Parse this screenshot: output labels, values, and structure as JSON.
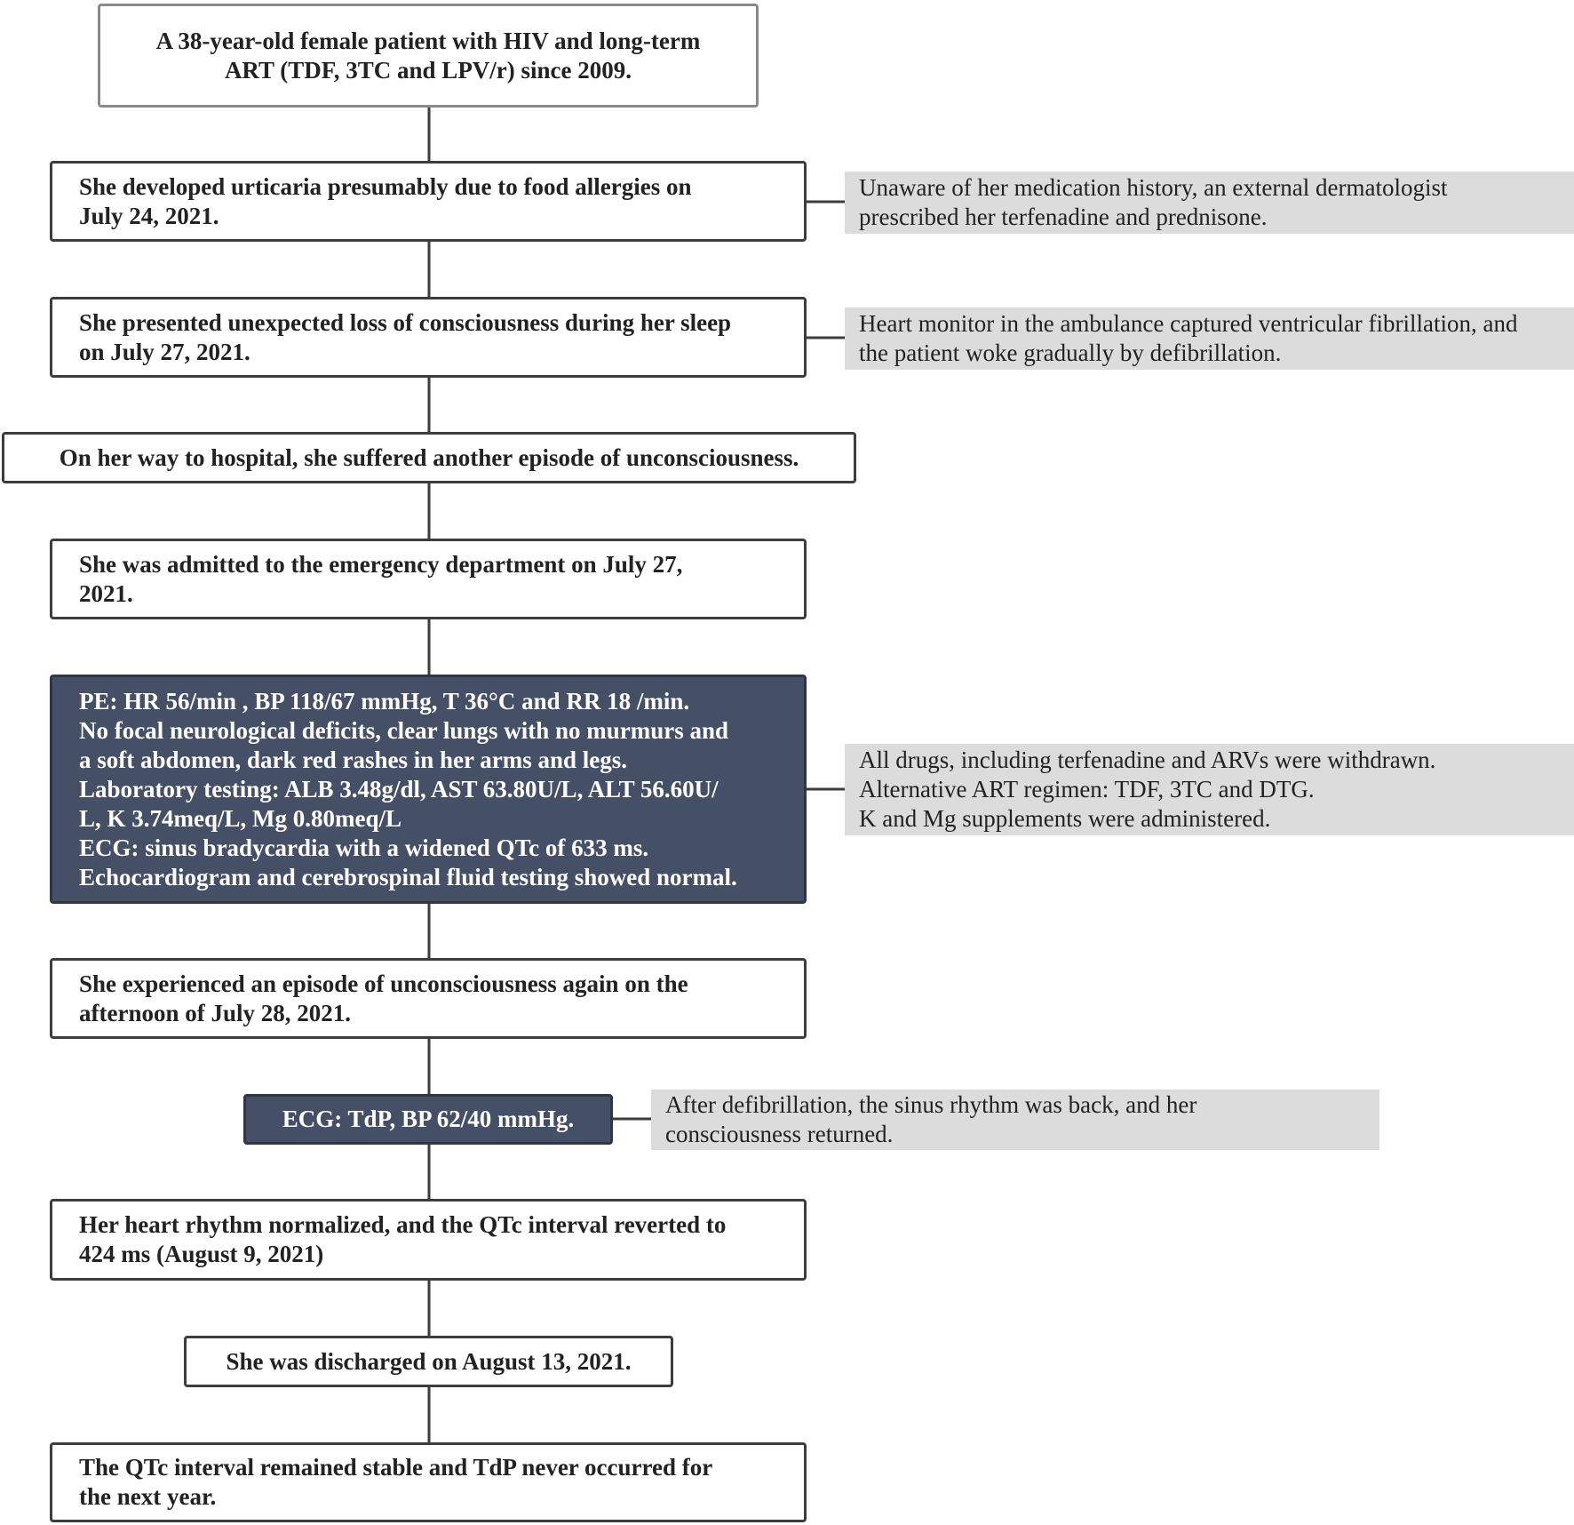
{
  "flow": {
    "patient": "A 38-year-old female patient with HIV and long-term\nART (TDF, 3TC and LPV/r)  since 2009.",
    "urticaria": "She developed urticaria presumably due to food allergies on\nJuly 24, 2021.",
    "loss_consciousness": "She presented unexpected loss of consciousness during her sleep\non July 27, 2021.",
    "way_to_hospital": "On her way to hospital, she suffered another episode of unconsciousness.",
    "admitted": "She was admitted to the emergency department on July 27,\n2021.",
    "exam": "PE: HR 56/min , BP 118/67 mmHg, T 36°C and RR 18 /min.\nNo focal neurological deficits, clear lungs with no murmurs and\na soft abdomen, dark red rashes in her arms and legs.\nLaboratory testing: ALB 3.48g/dl, AST 63.80U/L, ALT 56.60U/\nL, K 3.74meq/L, Mg 0.80meq/L\nECG: sinus bradycardia with a widened QTc of 633 ms.\nEchocardiogram and cerebrospinal fluid testing showed normal.",
    "again": " She experienced an episode of unconsciousness again on the\nafternoon of July 28, 2021.",
    "ecg_tdp": "ECG: TdP, BP 62/40 mmHg.",
    "normalized": "Her heart rhythm normalized, and the QTc interval reverted to\n424 ms (August 9, 2021)",
    "discharged": "She was discharged on August 13, 2021.",
    "stable": "The QTc interval remained stable and TdP never occurred for\nthe next year."
  },
  "notes": {
    "dermatologist": "Unaware of her medication history, an external dermatologist\nprescribed her terfenadine and prednisone.",
    "ambulance": "Heart monitor in the ambulance captured ventricular fibrillation, and\nthe patient woke gradually by defibrillation.",
    "withdrawn": "All drugs, including terfenadine and ARVs were withdrawn.\nAlternative ART regimen: TDF, 3TC and DTG.\nK and Mg supplements were administered.",
    "defibrillation": "After defibrillation, the sinus rhythm was back, and her\nconsciousness returned."
  },
  "colors": {
    "dark_box": "#455066",
    "note_bg": "#dcdcdc",
    "connector": "#3d3d3d"
  }
}
